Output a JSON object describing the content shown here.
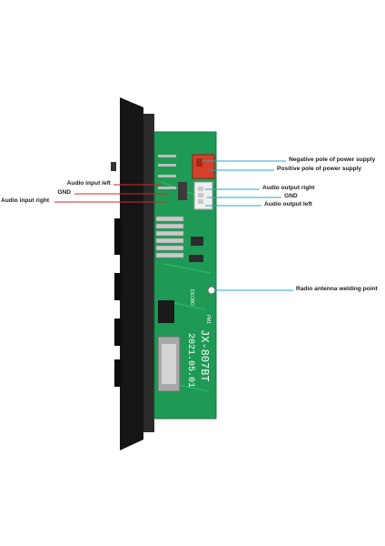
{
  "labels_left": [
    {
      "id": "audio-input-left",
      "text": "Audio input left"
    },
    {
      "id": "gnd-left",
      "text": "GND"
    },
    {
      "id": "audio-input-right",
      "text": "Audio input right"
    }
  ],
  "labels_right": [
    {
      "id": "negative-pole",
      "text": "Negative pole of power supply"
    },
    {
      "id": "positive-pole",
      "text": "Positive pole of power supply"
    },
    {
      "id": "audio-output-right",
      "text": "Audio output right"
    },
    {
      "id": "gnd-right",
      "text": "GND"
    },
    {
      "id": "audio-output-left",
      "text": "Audio output left"
    },
    {
      "id": "radio-antenna",
      "text": "Radio antenna welding point"
    }
  ],
  "board": {
    "model": "JX-807BT",
    "date": "2021.05.01",
    "silk_fm": "FM1"
  },
  "colors": {
    "left_leader": "#d42a2a",
    "right_leader": "#2aa6c8",
    "pcb": "#1f9a55",
    "bezel": "#1a1a1a"
  }
}
